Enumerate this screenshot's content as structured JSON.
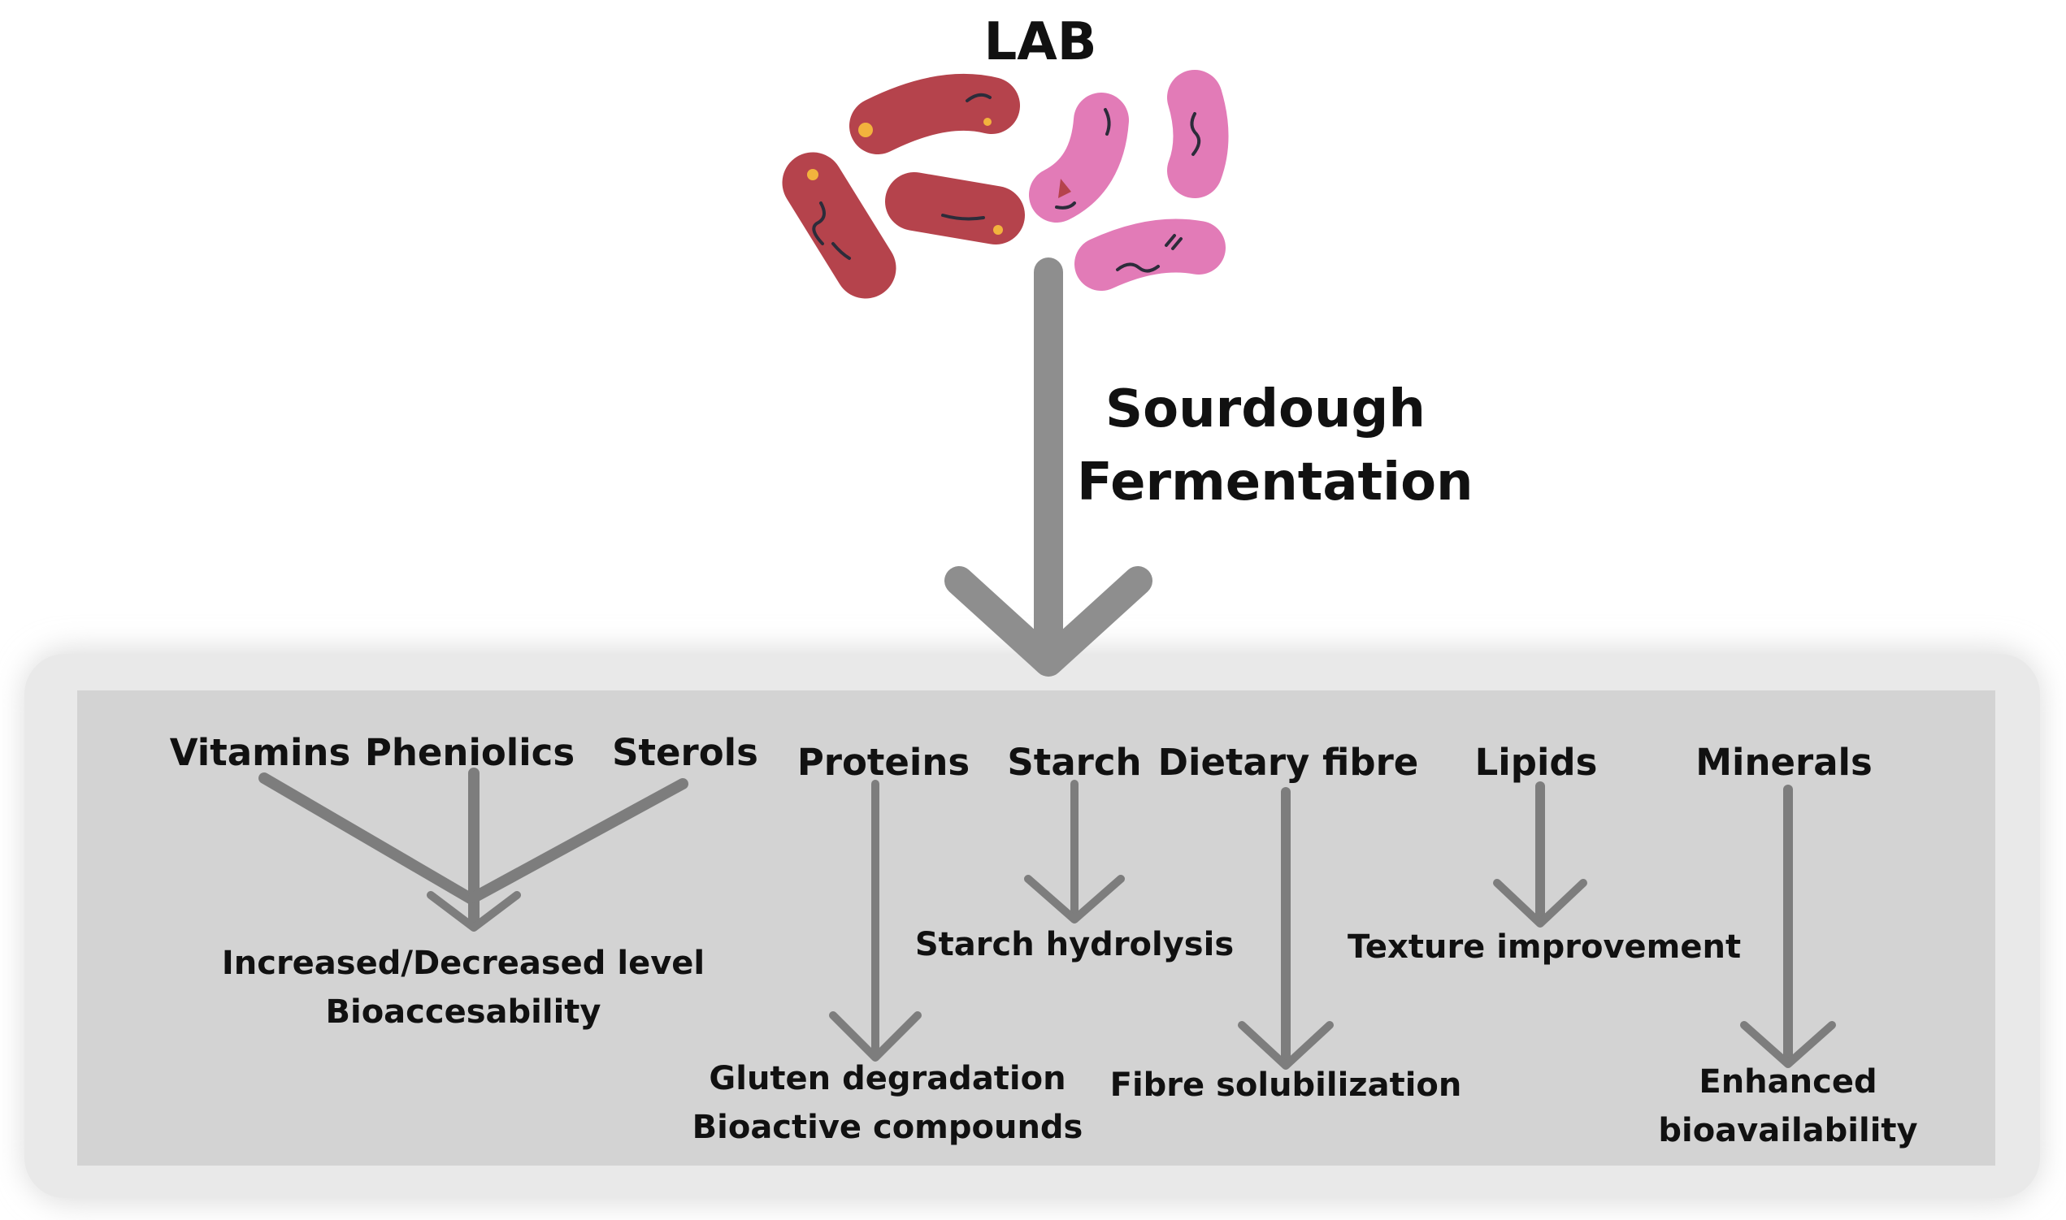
{
  "title": "LAB",
  "process": [
    "Sourdough",
    "Fermentation"
  ],
  "colors": {
    "arrow": "#8e8e8e",
    "panel": "#d3d3d3",
    "bacteria_red": "#b5434c",
    "bacteria_pink": "#e27bb7",
    "spot": "#f2b33d",
    "squiggle": "#2c2c3a"
  },
  "components": {
    "vitamins": "Vitamins",
    "phenolics": "Pheniolics",
    "sterols": "Sterols",
    "proteins": "Proteins",
    "starch": "Starch",
    "fibre": "Dietary fibre",
    "lipids": "Lipids",
    "minerals": "Minerals"
  },
  "effects": {
    "micronutrients": [
      "Increased/Decreased level",
      "Bioaccesability"
    ],
    "proteins": [
      "Gluten degradation",
      "Bioactive compounds"
    ],
    "starch": [
      "Starch hydrolysis"
    ],
    "fibre": [
      "Fibre solubilization"
    ],
    "lipids": [
      "Texture improvement"
    ],
    "minerals": [
      "Enhanced",
      "bioavailability"
    ]
  }
}
